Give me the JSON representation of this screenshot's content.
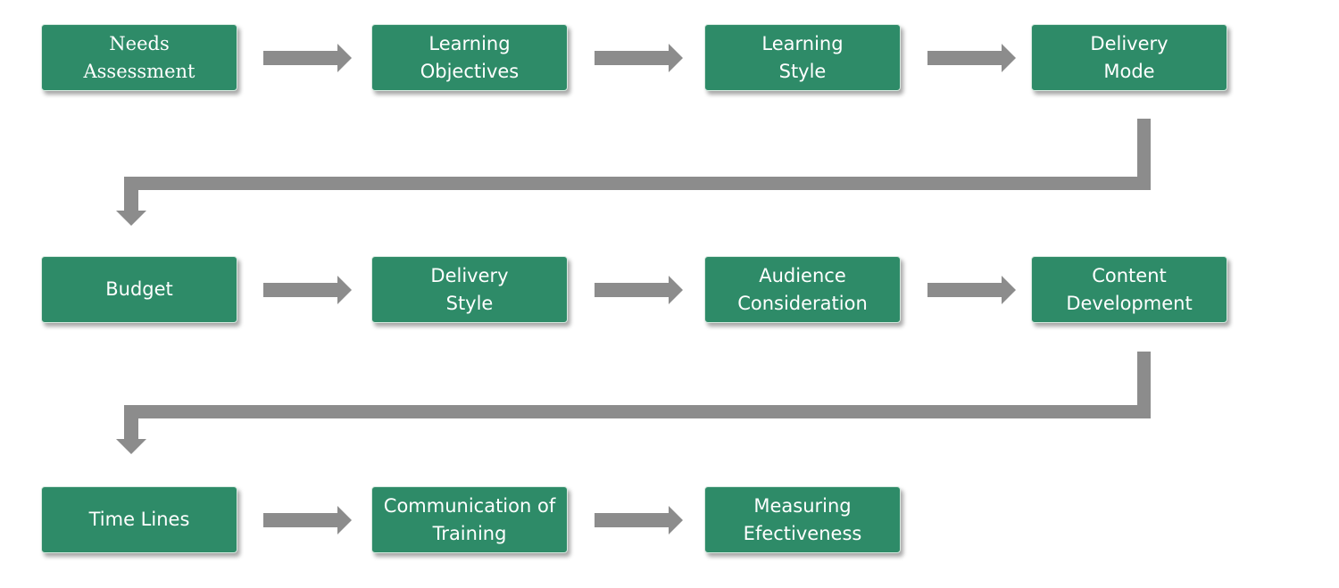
{
  "diagram": {
    "steps": [
      {
        "label": "Needs\nAssessment"
      },
      {
        "label": "Learning\nObjectives"
      },
      {
        "label": "Learning\nStyle"
      },
      {
        "label": "Delivery\nMode"
      },
      {
        "label": "Budget"
      },
      {
        "label": "Delivery\nStyle"
      },
      {
        "label": "Audience\nConsideration"
      },
      {
        "label": "Content\nDevelopment"
      },
      {
        "label": "Time Lines"
      },
      {
        "label": "Communication of\nTraining"
      },
      {
        "label": "Measuring\nEfectiveness"
      }
    ],
    "colors": {
      "box_fill": "#2e8b68",
      "box_text": "#ffffff",
      "arrow": "#8c8c8c"
    }
  }
}
